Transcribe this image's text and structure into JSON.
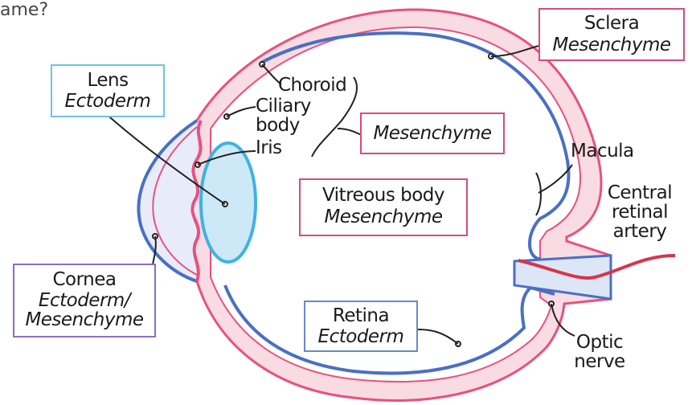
{
  "top_cut_text": "ame?",
  "labels": {
    "lens": {
      "title": "Lens",
      "origin": "Ectoderm"
    },
    "sclera": {
      "title": "Sclera",
      "origin": "Mesenchyme"
    },
    "choroid": "Choroid",
    "ciliary_body": "Ciliary body",
    "iris": "Iris",
    "mesenchyme": "Mesenchyme",
    "macula": "Macula",
    "central_retinal_artery": "Central retinal artery",
    "vitreous": {
      "title": "Vitreous body",
      "origin": "Mesenchyme"
    },
    "cornea": {
      "title": "Cornea",
      "origin1": "Ectoderm/",
      "origin2": "Mesenchyme"
    },
    "retina": {
      "title": "Retina",
      "origin": "Ectoderm"
    },
    "optic_nerve": "Optic nerve"
  },
  "colors": {
    "sclera_fill": "#f9dbe3",
    "sclera_line": "#e8517f",
    "retina_line": "#4a6fc4",
    "lens_fill": "#cde9f7",
    "lens_line": "#3fb3e0",
    "box_lens": "#6cc4e3",
    "box_pink": "#d84b79",
    "box_blue": "#6b86c9",
    "box_purple": "#8b6fc0",
    "artery": "#d8344a"
  }
}
